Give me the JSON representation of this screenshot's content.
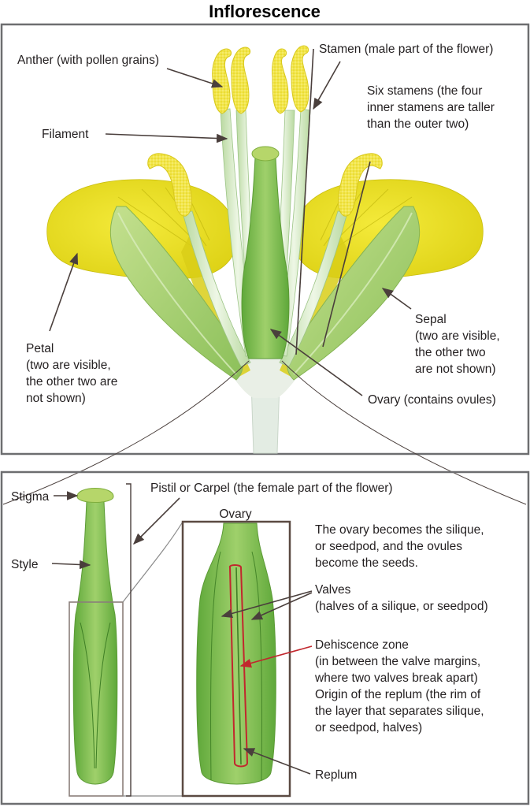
{
  "title": "Inflorescence",
  "labels": {
    "anther": "Anther (with pollen grains)",
    "stamen": "Stamen (male part of the flower)",
    "six_stamens": [
      "Six stamens (the four",
      "inner stamens are taller",
      "than the outer two)"
    ],
    "filament": "Filament",
    "petal": [
      "Petal",
      "(two are visible,",
      "the other two are",
      "not shown)"
    ],
    "sepal": [
      "Sepal",
      "(two are visible,",
      "the other two",
      "are not shown)"
    ],
    "ovary_contains": "Ovary (contains ovules)",
    "stigma": "Stigma",
    "pistil": "Pistil or Carpel (the female part of the flower)",
    "style": "Style",
    "ovary_box": "Ovary",
    "ovary_becomes": [
      "The ovary becomes the silique,",
      "or seedpod, and the ovules",
      "become the seeds."
    ],
    "valves": [
      "Valves",
      "(halves of a silique, or seedpod)"
    ],
    "dehiscence": [
      "Dehiscence zone",
      "(in between the valve margins,",
      "where two valves break apart)",
      "Origin of the replum (the rim of",
      "the layer that separates silique,",
      "or seedpod, halves)"
    ],
    "replum": "Replum"
  },
  "colors": {
    "petal": "#ede21a",
    "petal_dark": "#d6cc12",
    "sepal": "#a7cf6e",
    "filament": "#dcecd0",
    "pistil": "#7dbd4f",
    "stigma": "#b6d66a",
    "anther": "#f3ea55",
    "replum": "#c1272d",
    "frame": "#6d6e70",
    "box": "#5b4a42"
  }
}
